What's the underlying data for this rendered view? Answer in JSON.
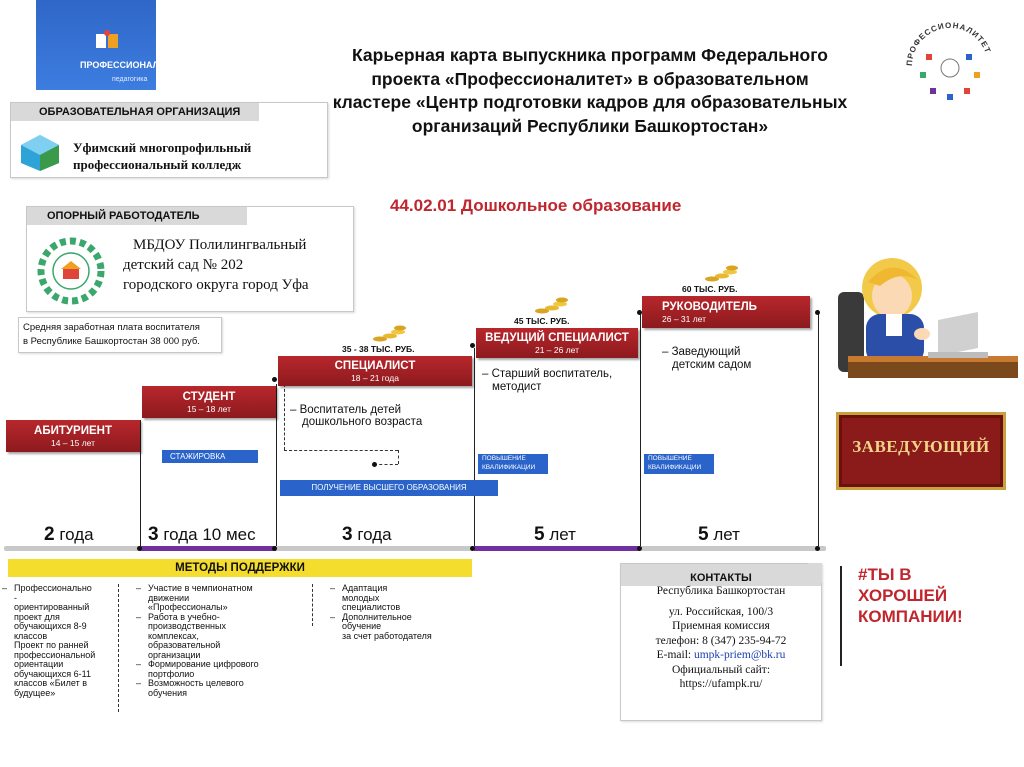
{
  "logo_left": {
    "text": "ПРОФЕССИОНАЛИТЕТ",
    "sub": "ПРОФЕССИОНАЛИТЕТ",
    "caption": "педагогика"
  },
  "title": "Карьерная карта выпускника программ Федерального проекта «Профессионалитет» в образовательном кластере «Центр подготовки кадров для образовательных организаций Республики Башкортостан»",
  "specialty": "44.02.01 Дошкольное образование",
  "org": {
    "header": "ОБРАЗОВАТЕЛЬНАЯ ОРГАНИЗАЦИЯ",
    "name_line1": "Уфимский многопрофильный",
    "name_line2": "профессиональный колледж"
  },
  "employer": {
    "header": "ОПОРНЫЙ РАБОТОДАТЕЛЬ",
    "line1": "МБДОУ Полилингвальный",
    "line2": "детский сад № 202",
    "line3": "городского округа город Уфа"
  },
  "avg_salary": {
    "line1": "Средняя заработная плата воспитателя",
    "line2": "в Республике Башкортостан 38 000 руб."
  },
  "steps": [
    {
      "title": "АБИТУРИЕНТ",
      "age": "14 – 15 лет"
    },
    {
      "title": "СТУДЕНТ",
      "age": "15 – 18 лет"
    },
    {
      "title": "СПЕЦИАЛИСТ",
      "age": "18 – 21 года",
      "salary": "35 - 38 ТЫС. РУБ.",
      "desc1": "Воспитатель детей",
      "desc2": "дошкольного возраста"
    },
    {
      "title": "ВЕДУЩИЙ СПЕЦИАЛИСТ",
      "age": "21 – 26 лет",
      "salary": "45 ТЫС. РУБ.",
      "desc1": "Старший воспитатель,",
      "desc2": "методист"
    },
    {
      "title": "РУКОВОДИТЕЛЬ",
      "age": "26 – 31 лет",
      "salary": "60 ТЫС. РУБ.",
      "desc1": "Заведующий",
      "desc2": "детским садом"
    }
  ],
  "blue_labels": {
    "internship": "СТАЖИРОВКА",
    "higher_ed": "ПОЛУЧЕНИЕ ВЫСШЕГО ОБРАЗОВАНИЯ",
    "qual1_l1": "ПОВЫШЕНИЕ",
    "qual1_l2": "КВАЛИФИКАЦИИ",
    "qual2_l1": "ПОВЫШЕНИЕ",
    "qual2_l2": "КВАЛИФИКАЦИИ"
  },
  "durations": [
    {
      "num": "2",
      "unit": "года"
    },
    {
      "num": "3",
      "unit": "года 10 мес"
    },
    {
      "num": "3",
      "unit": "года"
    },
    {
      "num": "5",
      "unit": "лет"
    },
    {
      "num": "5",
      "unit": "лет"
    }
  ],
  "support": {
    "header": "МЕТОДЫ ПОДДЕРЖКИ",
    "col1": [
      "Профессионально",
      "-",
      "ориентированный",
      "проект для",
      "обучающихся 8-9",
      "классов",
      "Проект по ранней",
      "профессиональной",
      "ориентации",
      "обучающихся 6-11",
      "классов «Билет в",
      "будущее»"
    ],
    "col2": [
      "Участие в чемпионатном",
      "движении",
      "«Профессионалы»",
      "Работа в учебно-",
      "производственных",
      "комплексах,",
      "образовательной",
      "организации",
      "Формирование цифрового",
      "портфолио",
      "Возможность целевого",
      "обучения"
    ],
    "col3": [
      "Адаптация",
      "молодых",
      "специалистов",
      "Дополнительное",
      "обучение",
      "за счет работодателя"
    ]
  },
  "contacts": {
    "header": "КОНТАКТЫ",
    "region": "Республика Башкортостан",
    "address": "ул. Российская, 100/3",
    "commission": "Приемная комиссия",
    "phone": "телефон: 8 (347) 235-94-72",
    "email_label": "E-mail:",
    "email": "umpk-priem@bk.ru",
    "site_label": "Официальный сайт:",
    "site": "https://ufampk.ru/"
  },
  "sign": "ЗАВЕДУЮЩИЙ",
  "slogan": [
    "#ТЫ В",
    "ХОРОШЕЙ",
    "КОМПАНИИ!"
  ],
  "colors": {
    "red": "#b8272c",
    "blue": "#2a63c9",
    "purple": "#7030a0",
    "yellow": "#f5dd2e",
    "title_red": "#c0262d"
  }
}
